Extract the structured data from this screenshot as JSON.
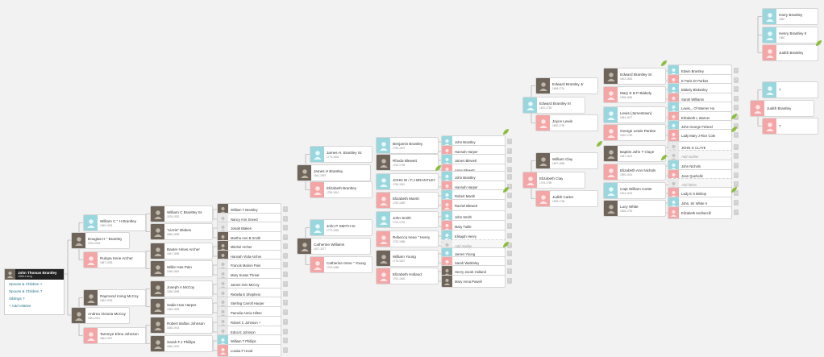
{
  "root": {
    "name": "John Thomas Brantley",
    "lifespan": "1886-Living",
    "links": [
      "Spouse & Children >",
      "Spouse & Children ?",
      "Siblings ?",
      "+ Add relative"
    ]
  },
  "people": [
    {
      "name": "Douglas H \" Brantley",
      "life": "1914-2004",
      "g": "p"
    },
    {
      "name": "Andrea Victoria McCoy",
      "life": "1891-2011",
      "g": "p"
    },
    {
      "name": "William C \" H Brantley",
      "life": "1869-1933",
      "g": "m"
    },
    {
      "name": "Rulopa Irene Archer",
      "life": "1867-1935",
      "g": "f"
    },
    {
      "name": "Raymond Irving McCoy",
      "life": "1862-1933",
      "g": "p"
    },
    {
      "name": "Tammye Elma Johnson",
      "life": "1864-1937",
      "g": "f"
    },
    {
      "name": "William C Brantley Sr.",
      "life": "1876-1932",
      "g": "p"
    },
    {
      "name": "\"Lizzie\" Blakes",
      "life": "1865-1898",
      "g": "p"
    },
    {
      "name": "Baxter Hines Archer",
      "life": "1847-1895",
      "g": "p"
    },
    {
      "name": "Willie Has Pain",
      "life": "1845-1892",
      "g": "p"
    },
    {
      "name": "Joseph A McCoy",
      "life": "1838-1898",
      "g": "p"
    },
    {
      "name": "Sadie Has Harper",
      "life": "1835-1893",
      "g": "p"
    },
    {
      "name": "Robert Balfan Johnson",
      "life": "1838-1914",
      "g": "p"
    },
    {
      "name": "Sarah F.J Phillips",
      "life": "1840-1922",
      "g": "p"
    },
    {
      "name": "William T Brantley",
      "life": "",
      "g": "p"
    },
    {
      "name": "Nancy Ann Sneed",
      "life": "",
      "g": "n"
    },
    {
      "name": "Josiah Blakes",
      "life": "",
      "g": "n"
    },
    {
      "name": "Martha Ann B Smith",
      "life": "",
      "g": "p"
    },
    {
      "name": "Mitchel Archer",
      "life": "",
      "g": "p"
    },
    {
      "name": "Hannah Viola Archer",
      "life": "",
      "g": "p"
    },
    {
      "name": "Francis Marion Pain",
      "life": "",
      "g": "n"
    },
    {
      "name": "Mary Susan Threat",
      "life": "",
      "g": "n"
    },
    {
      "name": "James Irvin McCoy",
      "life": "",
      "g": "n"
    },
    {
      "name": "Rebella E Shepherd",
      "life": "",
      "g": "n"
    },
    {
      "name": "Sterling Carroll Harper",
      "life": "",
      "g": "n"
    },
    {
      "name": "Pamelia Annie Hilton",
      "life": "",
      "g": "n"
    },
    {
      "name": "Robert C Johnson +",
      "life": "",
      "g": "n"
    },
    {
      "name": "Edna E Johnson",
      "life": "",
      "g": "n"
    },
    {
      "name": "William T Phillips",
      "life": "",
      "g": "m"
    },
    {
      "name": "Louisa F Hood",
      "life": "",
      "g": "f"
    },
    {
      "name": "James H. Brantley Sr.",
      "life": "1773-1832",
      "g": "m"
    },
    {
      "name": "James H Brantley",
      "life": "1841-1897",
      "g": "p"
    },
    {
      "name": "Elizabeth Brantley",
      "life": "1786-1841",
      "g": "f"
    },
    {
      "name": "John P SMITH Sr.",
      "life": "1773-1853",
      "g": "m"
    },
    {
      "name": "Catherine Williams",
      "life": "1817-1877",
      "g": "p"
    },
    {
      "name": "Catherine Irene \" Young",
      "life": "1793-1885",
      "g": "f"
    },
    {
      "name": "Benjamin Brantley",
      "life": "1750-1807",
      "g": "m"
    },
    {
      "name": "Rhoda Blewett",
      "life": "1752-1795",
      "g": "p"
    },
    {
      "name": "JOHN W / F.J BRANTLEY",
      "life": "1758-1841",
      "g": "m"
    },
    {
      "name": "Elizabeth Marsh",
      "life": "1790-1859",
      "g": "f"
    },
    {
      "name": "John Smith",
      "life": "1744-1792",
      "g": "m"
    },
    {
      "name": "Rebecca Irene \" Henry",
      "life": "1733-1888",
      "g": "f"
    },
    {
      "name": "William Young",
      "life": "1776-1807",
      "g": "p"
    },
    {
      "name": "Elizabeth Holland",
      "life": "1762-1845",
      "g": "f"
    },
    {
      "name": "John Brantley",
      "life": "",
      "g": "m"
    },
    {
      "name": "Hannah Harper",
      "life": "",
      "g": "f"
    },
    {
      "name": "James Blewett",
      "life": "",
      "g": "m"
    },
    {
      "name": "Anne Blewett",
      "life": "",
      "g": "f"
    },
    {
      "name": "John Brantley",
      "life": "",
      "g": "m"
    },
    {
      "name": "Hannah Harper",
      "life": "",
      "g": "f"
    },
    {
      "name": "Robert Marsh",
      "life": "",
      "g": "m"
    },
    {
      "name": "Rachel Blewett",
      "life": "",
      "g": "f"
    },
    {
      "name": "John Smith",
      "life": "",
      "g": "m"
    },
    {
      "name": "Mary Tuttle",
      "life": "",
      "g": "f"
    },
    {
      "name": "Elisajah Henry",
      "life": "",
      "g": "m"
    },
    {
      "name": "Add mother",
      "life": "",
      "g": "add"
    },
    {
      "name": "James Young",
      "life": "",
      "g": "m"
    },
    {
      "name": "Sarah Watkinley",
      "life": "",
      "g": "f"
    },
    {
      "name": "Henry Jacob Holland",
      "life": "",
      "g": "p"
    },
    {
      "name": "Mary Anna Powell",
      "life": "",
      "g": "p"
    },
    {
      "name": "Edward Brantley Jr",
      "life": "1698-1791",
      "g": "p"
    },
    {
      "name": "Edward Brantley III",
      "life": "1670-1750",
      "g": "m"
    },
    {
      "name": "Joyce Lewis",
      "life": "1690-1750",
      "g": "f"
    },
    {
      "name": "William Clay",
      "life": "1697-1883",
      "g": "p"
    },
    {
      "name": "Elizabeth Clay",
      "life": "1704-1769",
      "g": "f"
    },
    {
      "name": "Judith Carter",
      "life": "1699-1758",
      "g": "f"
    },
    {
      "name": "Edward Brantley Sr.",
      "life": "1602-1682",
      "g": "p"
    },
    {
      "name": "Mary E B P Blakely",
      "life": "1608-1684",
      "g": "f"
    },
    {
      "name": "Lewis (Jamestown)",
      "life": "1654-1677",
      "g": "m"
    },
    {
      "name": "George Lewis Pardee",
      "life": "1620-1750",
      "g": "f"
    },
    {
      "name": "Baptist John T Claye",
      "life": "1587-1622",
      "g": "p"
    },
    {
      "name": "Elizabeth Ann Nichols",
      "life": "1590-1631",
      "g": "f"
    },
    {
      "name": "Capt William Carter",
      "life": "1604-1676",
      "g": "m"
    },
    {
      "name": "Lucy White",
      "life": "1608-1700",
      "g": "p"
    },
    {
      "name": "Edwin Brantley",
      "life": "",
      "g": "m"
    },
    {
      "name": "E Paris Dr Parkes",
      "life": "",
      "g": "f"
    },
    {
      "name": "Blakely Blakesley",
      "life": "",
      "g": "m"
    },
    {
      "name": "Sarah Williams",
      "life": "",
      "g": "f"
    },
    {
      "name": "Lewis,,, Of Warner Ha",
      "life": "",
      "g": "m"
    },
    {
      "name": "Elizabeth L Warner",
      "life": "",
      "g": "f"
    },
    {
      "name": "John George Felseel",
      "life": "",
      "g": "m"
    },
    {
      "name": "Lady Mary J Rice Cole",
      "life": "",
      "g": "f"
    },
    {
      "name": "JOHN G CLAYE",
      "life": "",
      "g": "n"
    },
    {
      "name": "Add mother",
      "life": "",
      "g": "add"
    },
    {
      "name": "John Nichols",
      "life": "",
      "g": "m"
    },
    {
      "name": "Joan Quehelle",
      "life": "",
      "g": "f"
    },
    {
      "name": "Add father",
      "life": "",
      "g": "add"
    },
    {
      "name": "Lady E S Bishop",
      "life": "",
      "g": "f"
    },
    {
      "name": "John, Sir White II",
      "life": "",
      "g": "m"
    },
    {
      "name": "Elizabeth Keithercill",
      "life": "",
      "g": "f"
    },
    {
      "name": "Harry Brantley",
      "life": "1080",
      "g": "m"
    },
    {
      "name": "Henry Brantley II",
      "life": "1080",
      "g": "m"
    },
    {
      "name": "Judith Brantley",
      "life": "",
      "g": "f"
    },
    {
      "name": "?",
      "life": "",
      "g": "m"
    },
    {
      "name": "Judith Brantley",
      "life": "",
      "g": "f"
    },
    {
      "name": "?",
      "life": "",
      "g": "f"
    }
  ]
}
